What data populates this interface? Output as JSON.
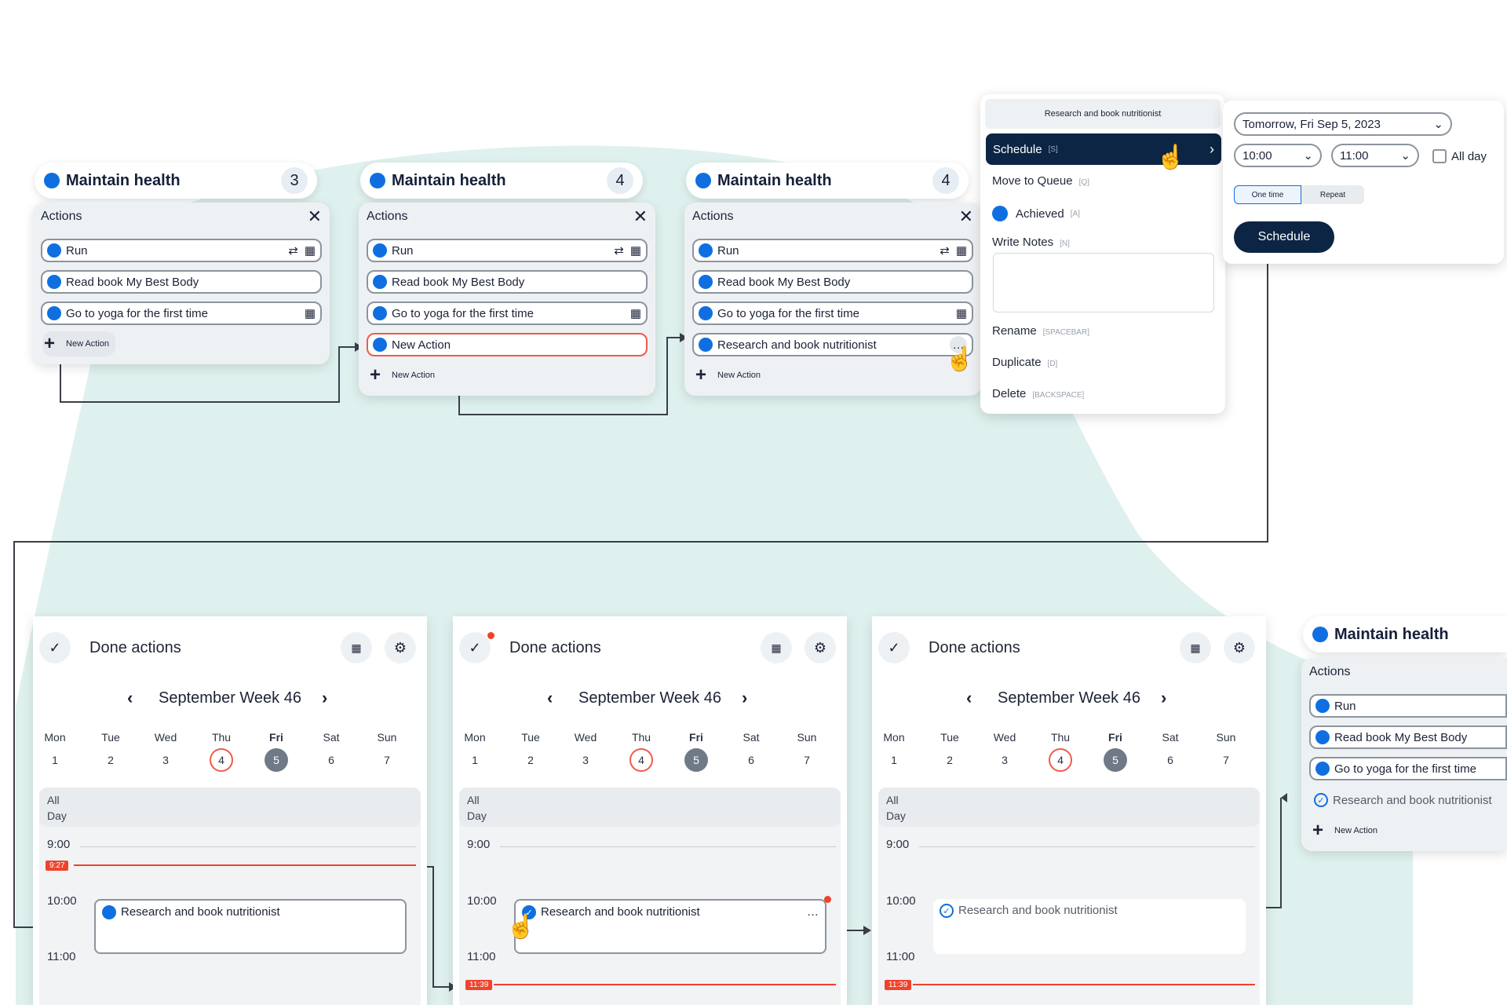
{
  "colors": {
    "accent": "#0f6fe0",
    "dark": "#0c2544",
    "alert": "#f0432c",
    "teal_bg": "#dff1ee"
  },
  "goal_cards": [
    {
      "title": "Maintain health",
      "count": "3",
      "panel_title": "Actions",
      "actions": [
        "Run",
        "Read book My Best Body",
        "Go to yoga for the first time"
      ],
      "new_action": "New Action"
    },
    {
      "title": "Maintain health",
      "count": "4",
      "panel_title": "Actions",
      "actions": [
        "Run",
        "Read book My Best Body",
        "Go to yoga for the first time",
        "New Action"
      ],
      "new_action": "New Action"
    },
    {
      "title": "Maintain health",
      "count": "4",
      "panel_title": "Actions",
      "actions": [
        "Run",
        "Read book My Best Body",
        "Go to yoga for the first time",
        "Research and book nutritionist"
      ],
      "new_action": "New Action"
    }
  ],
  "context_menu": {
    "title": "Research and book nutritionist",
    "items": [
      {
        "label": "Schedule",
        "key": "[S]"
      },
      {
        "label": "Move to Queue",
        "key": "[Q]"
      },
      {
        "label": "Achieved",
        "key": "[A]"
      },
      {
        "label": "Write Notes",
        "key": "[N]"
      },
      {
        "label": "Rename",
        "key": "[SPACEBAR]"
      },
      {
        "label": "Duplicate",
        "key": "[D]"
      },
      {
        "label": "Delete",
        "key": "[BACKSPACE]"
      }
    ]
  },
  "schedule_popup": {
    "date": "Tomorrow, Fri Sep 5, 2023",
    "start": "10:00",
    "end": "11:00",
    "allday": "All day",
    "seg_one": "One time",
    "seg_repeat": "Repeat",
    "button": "Schedule"
  },
  "calendar": {
    "title": "Done actions",
    "week": "September Week 46",
    "days": [
      "Mon",
      "Tue",
      "Wed",
      "Thu",
      "Fri",
      "Sat",
      "Sun"
    ],
    "dates": [
      "1",
      "2",
      "3",
      "4",
      "5",
      "6",
      "7"
    ],
    "allday": [
      "All",
      "Day"
    ],
    "times": [
      "9:00",
      "10:00",
      "11:00"
    ],
    "event": "Research and book nutritionist",
    "now_a": "9:27",
    "now_b": "11:39"
  },
  "final_card": {
    "title": "Maintain health",
    "panel_title": "Actions",
    "actions": [
      "Run",
      "Read book My Best Body",
      "Go to yoga for the first time",
      "Research and book nutritionist"
    ],
    "new_action": "New Action"
  }
}
